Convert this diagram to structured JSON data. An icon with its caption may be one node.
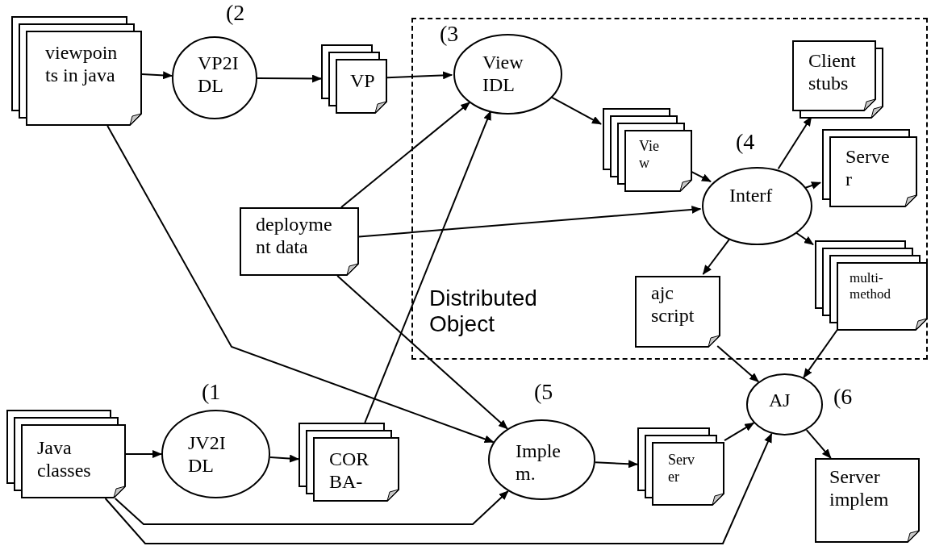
{
  "diagram": {
    "nodes": [
      {
        "text": [
          "Distributed Object"
        ]
      },
      {
        "text": [
          "viewpoin ts in java"
        ]
      },
      {
        "text": [
          "VP2I DL"
        ],
        "beside": [
          "(2"
        ]
      },
      {
        "text": [
          "VP"
        ]
      },
      {
        "text": [
          "View IDL"
        ],
        "in": 0,
        "beside": [
          "(3"
        ]
      },
      {
        "text": [
          "Vie w"
        ],
        "in": 0
      },
      {
        "text": [
          "Client stubs"
        ],
        "in": 0
      },
      {
        "text": [
          "Interf"
        ],
        "in": 0,
        "beside": [
          "(4"
        ]
      },
      {
        "text": [
          "Serve r"
        ],
        "in": 0
      },
      {
        "text": [
          "deployme nt data"
        ]
      },
      {
        "text": [
          "ajc script"
        ],
        "in": 0
      },
      {
        "text": [
          "multi- method"
        ],
        "in": 0
      },
      {
        "text": [
          "Java classes"
        ]
      },
      {
        "text": [
          "JV2I DL"
        ],
        "beside": [
          "(1"
        ]
      },
      {
        "text": [
          "COR BA-"
        ]
      },
      {
        "text": [
          "Imple m."
        ],
        "beside": [
          "(5"
        ]
      },
      {
        "text": [
          "Serv er"
        ]
      },
      {
        "text": [
          "AJ"
        ],
        "beside": [
          "(6"
        ]
      },
      {
        "text": [
          "Server implem"
        ]
      }
    ],
    "edges": [
      {
        "from": 1,
        "to": 2,
        "arrow": "to"
      },
      {
        "from": 2,
        "to": 3,
        "arrow": "to"
      },
      {
        "from": 3,
        "to": 4,
        "arrow": "to"
      },
      {
        "from": 9,
        "to": 4,
        "arrow": "to"
      },
      {
        "from": 14,
        "to": 4,
        "arrow": "to"
      },
      {
        "from": 4,
        "to": 5,
        "arrow": "to"
      },
      {
        "from": 5,
        "to": 7,
        "arrow": "to"
      },
      {
        "from": 9,
        "to": 7,
        "arrow": "to"
      },
      {
        "from": 7,
        "to": 6,
        "arrow": "to"
      },
      {
        "from": 7,
        "to": 8,
        "arrow": "to"
      },
      {
        "from": 7,
        "to": 10,
        "arrow": "to"
      },
      {
        "from": 7,
        "to": 11,
        "arrow": "to"
      },
      {
        "from": 1,
        "to": 15,
        "arrow": "to"
      },
      {
        "from": 9,
        "to": 15,
        "arrow": "to"
      },
      {
        "from": 12,
        "to": 13,
        "arrow": "to"
      },
      {
        "from": 13,
        "to": 14,
        "arrow": "to"
      },
      {
        "from": 12,
        "to": 15,
        "arrow": "to"
      },
      {
        "from": 15,
        "to": 16,
        "arrow": "to"
      },
      {
        "from": 16,
        "to": 17,
        "arrow": "to"
      },
      {
        "from": 10,
        "to": 17,
        "arrow": "to"
      },
      {
        "from": 11,
        "to": 17,
        "arrow": "to"
      },
      {
        "from": 12,
        "to": 17,
        "arrow": "to"
      },
      {
        "from": 17,
        "to": 18,
        "arrow": "to"
      }
    ]
  }
}
